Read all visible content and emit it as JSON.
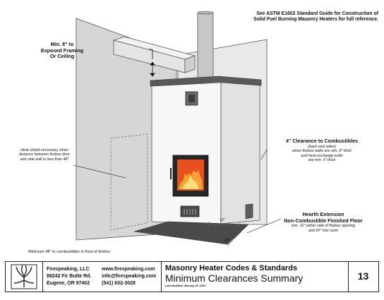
{
  "reference_note": {
    "line1": "See ASTM E1602 Standard Guide for Construction of",
    "line2": "Solid Fuel Burning Masonry Heaters for full reference."
  },
  "min_framing": {
    "line1": "Min. 8\" to",
    "line2": "Exposed Framing",
    "line3": "Or Ceiling"
  },
  "heat_shield": {
    "line1": "Heat shield necessary when",
    "line2": "distance between firebox door",
    "line3": "and side wall is less than 48\""
  },
  "clearance_combustibles": {
    "title": "4\" Clearance to Combustibles",
    "sub1": "(back and sides)",
    "sub2": "when firebox walls are min. 8\" thick",
    "sub3": "and heat exchange walls",
    "sub4": "are min. 5\" thick"
  },
  "hearth": {
    "title1": "Hearth Extension",
    "title2": "Non-Combustible Finished Floor",
    "sub1": "min. 12\" either side of firebox opening",
    "sub2": "and 20\" into room"
  },
  "dims": {
    "side": "12\"",
    "front": "20\""
  },
  "front_note": "Minimum 48\" to combustibles in front of firebox",
  "title_block": {
    "company": "Firespeaking, LLC",
    "address1": "89242 Fir Butte Rd.",
    "address2": "Eugene, OR 97402",
    "website": "www.firespeaking.com",
    "email": "info@firespeaking.com",
    "phone": "(541) 632-3028",
    "title": "Masonry Heater Codes & Standards",
    "subtitle": "Minimum Clearances Summary",
    "modified": "Last Modified: January 20, 2020",
    "page": "13"
  },
  "colors": {
    "wall": "#d6d6d6",
    "heater": "#f7f7f7",
    "hearth": "#4a4a4a",
    "fire": "#e8511d"
  }
}
